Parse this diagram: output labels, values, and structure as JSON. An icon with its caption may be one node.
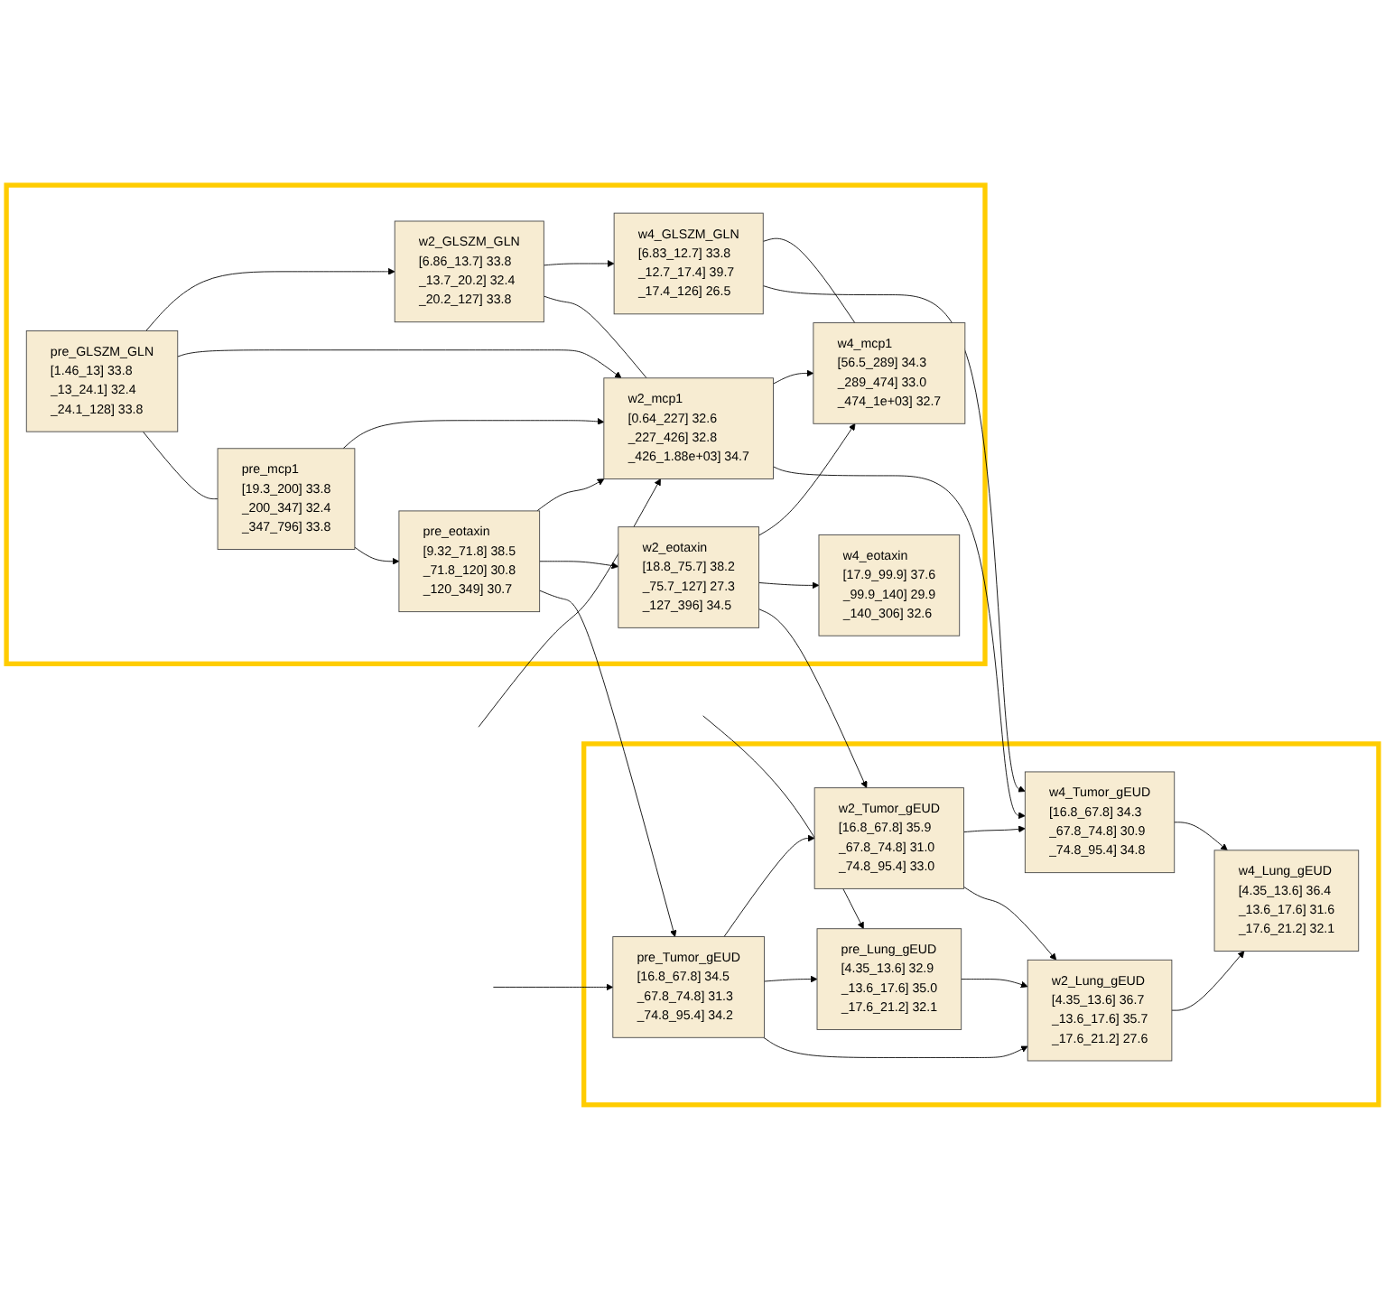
{
  "diagram": {
    "nodes": [
      {
        "text": [],
        "shape": "box"
      },
      {
        "text": [
          "pre_GLSZM_GLN",
          "[1.46_13]",
          "33.8",
          "_13_24.1]",
          "32.4",
          "_24.1_128]",
          "33.8"
        ],
        "in": 0
      },
      {
        "text": [
          "w2_GLSZM_GLN",
          "[6.86_13.7]",
          "33.8",
          "_13.7_20.2]",
          "32.4",
          "_20.2_127]",
          "33.8"
        ],
        "in": 0
      },
      {
        "text": [
          "w4_GLSZM_GLN",
          "[6.83_12.7]",
          "33.8",
          "_12.7_17.4]",
          "39.7",
          "_17.4_126]",
          "26.5"
        ],
        "in": 0
      },
      {
        "text": [
          "pre_mcp1",
          "[19.3_200]",
          "33.8",
          "_200_347]",
          "32.4",
          "_347_796]",
          "33.8"
        ],
        "in": 0
      },
      {
        "text": [
          "w2_mcp1",
          "[0.64_227]",
          "32.6",
          "_227_426]",
          "32.8",
          "_426_1.88e+03]",
          "34.7"
        ],
        "in": 0
      },
      {
        "text": [
          "w4_mcp1",
          "[56.5_289]",
          "34.3",
          "_289_474]",
          "33.0",
          "_474_1e+03]",
          "32.7"
        ],
        "in": 0
      },
      {
        "text": [
          "pre_eotaxin",
          "[9.32_71.8]",
          "38.5",
          "_71.8_120]",
          "30.8",
          "_120_349]",
          "30.7"
        ],
        "in": 0
      },
      {
        "text": [
          "w2_eotaxin",
          "[18.8_75.7]",
          "38.2",
          "_75.7_127]",
          "27.3",
          "_127_396]",
          "34.5"
        ],
        "in": 0
      },
      {
        "text": [
          "w4_eotaxin",
          "[17.9_99.9]",
          "37.6",
          "_99.9_140]",
          "29.9",
          "_140_306]",
          "32.6"
        ],
        "in": 0
      },
      {
        "text": [],
        "shape": "box"
      },
      {
        "text": [
          "pre_Tumor_gEUD",
          "[16.8_67.8]",
          "34.5",
          "_67.8_74.8]",
          "31.3",
          "_74.8_95.4]",
          "34.2"
        ],
        "in": 10
      },
      {
        "text": [
          "w2_Tumor_gEUD",
          "[16.8_67.8]",
          "35.9",
          "_67.8_74.8]",
          "31.0",
          "_74.8_95.4]",
          "33.0"
        ],
        "in": 10
      },
      {
        "text": [
          "w4_Tumor_gEUD",
          "[16.8_67.8]",
          "34.3",
          "_67.8_74.8]",
          "30.9",
          "_74.8_95.4]",
          "34.8"
        ],
        "in": 10
      },
      {
        "text": [
          "pre_Lung_gEUD",
          "[4.35_13.6]",
          "32.9",
          "_13.6_17.6]",
          "35.0",
          "_17.6_21.2]",
          "32.1"
        ],
        "in": 10
      },
      {
        "text": [
          "w2_Lung_gEUD",
          "[4.35_13.6]",
          "36.7",
          "_13.6_17.6]",
          "35.7",
          "_17.6_21.2]",
          "27.6"
        ],
        "in": 10
      },
      {
        "text": [
          "w4_Lung_gEUD",
          "[4.35_13.6]",
          "36.4",
          "_13.6_17.6]",
          "31.6",
          "_17.6_21.2]",
          "32.1"
        ],
        "in": 10
      }
    ],
    "edges": [
      {
        "from": 1,
        "to": 2,
        "arrow": "to"
      },
      {
        "from": 2,
        "to": 3,
        "arrow": "to"
      },
      {
        "from": 1,
        "to": 5,
        "arrow": "to"
      },
      {
        "from": 4,
        "to": 5,
        "arrow": "to"
      },
      {
        "from": 4,
        "to": 7,
        "arrow": "to"
      },
      {
        "from": 7,
        "to": 5,
        "arrow": "to"
      },
      {
        "from": 7,
        "to": 8,
        "arrow": "to"
      },
      {
        "from": 5,
        "to": 6,
        "arrow": "to"
      },
      {
        "from": 8,
        "to": 6,
        "arrow": "to"
      },
      {
        "from": 8,
        "to": 9,
        "arrow": "to"
      },
      {
        "from": 7,
        "to": 11,
        "arrow": "to"
      },
      {
        "from": 8,
        "to": 12,
        "arrow": "to"
      },
      {
        "from": 1,
        "to": 4,
        "arrow": "none"
      },
      {
        "from": 2,
        "to": 5,
        "arrow": "none"
      },
      {
        "from": 3,
        "to": 6,
        "arrow": "none"
      },
      {
        "from": 3,
        "to": 13,
        "arrow": "to"
      },
      {
        "from": 5,
        "to": 13,
        "arrow": "to"
      },
      {
        "from": 11,
        "to": 12,
        "arrow": "to"
      },
      {
        "from": 12,
        "to": 13,
        "arrow": "to"
      },
      {
        "from": 11,
        "to": 14,
        "arrow": "to"
      },
      {
        "from": 11,
        "to": 15,
        "arrow": "to"
      },
      {
        "from": 12,
        "to": 15,
        "arrow": "to"
      },
      {
        "from": 13,
        "to": 16,
        "arrow": "to"
      },
      {
        "from": 14,
        "to": 15,
        "arrow": "to"
      },
      {
        "from": 15,
        "to": 16,
        "arrow": "to"
      },
      {
        "from": null,
        "to": 5,
        "arrow": "to"
      },
      {
        "from": null,
        "to": 11,
        "arrow": "to"
      },
      {
        "from": null,
        "to": 14,
        "arrow": "to"
      }
    ]
  }
}
